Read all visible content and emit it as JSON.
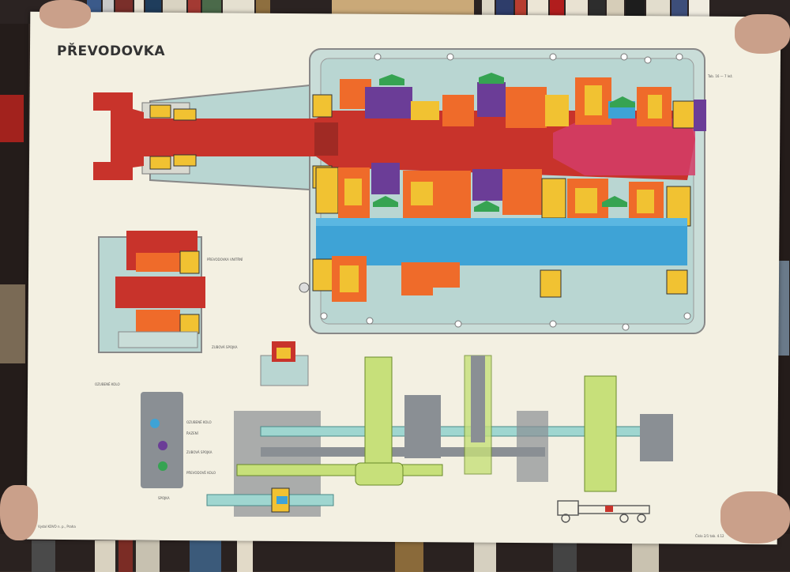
{
  "poster": {
    "title": "PŘEVODOVKA",
    "labels": {
      "bearing_top_right": "Tab. 16 — 7 lež.",
      "callout_1": "PŘEVODOVKA VNITŘNÍ",
      "callout_2": "ZUBOVÁ SPOJKA",
      "callout_3": "OZUBENÉ KOLO",
      "callout_4": "OZUBENÉ KOLO",
      "callout_5": "ŘAZENÍ",
      "callout_6": "ZUBOVÁ SPOJKA",
      "callout_7": "PŘEVODOVÉ KOLO",
      "callout_8": "SPOJKA",
      "footer_left": "Vydal KOVO n. p., Praha",
      "footer_right": "Číslo 2/1 tab. 4.12"
    }
  },
  "colors": {
    "shaft_red": "#c8332b",
    "shaft_blue": "#3ea3d6",
    "housing": "#b9d6d2",
    "gear_orange": "#ef6b2a",
    "gear_yellow": "#f1c232",
    "violet": "#6b3d97",
    "green": "#36a352",
    "light_green": "#c7e07a",
    "grey": "#8a8f94"
  }
}
